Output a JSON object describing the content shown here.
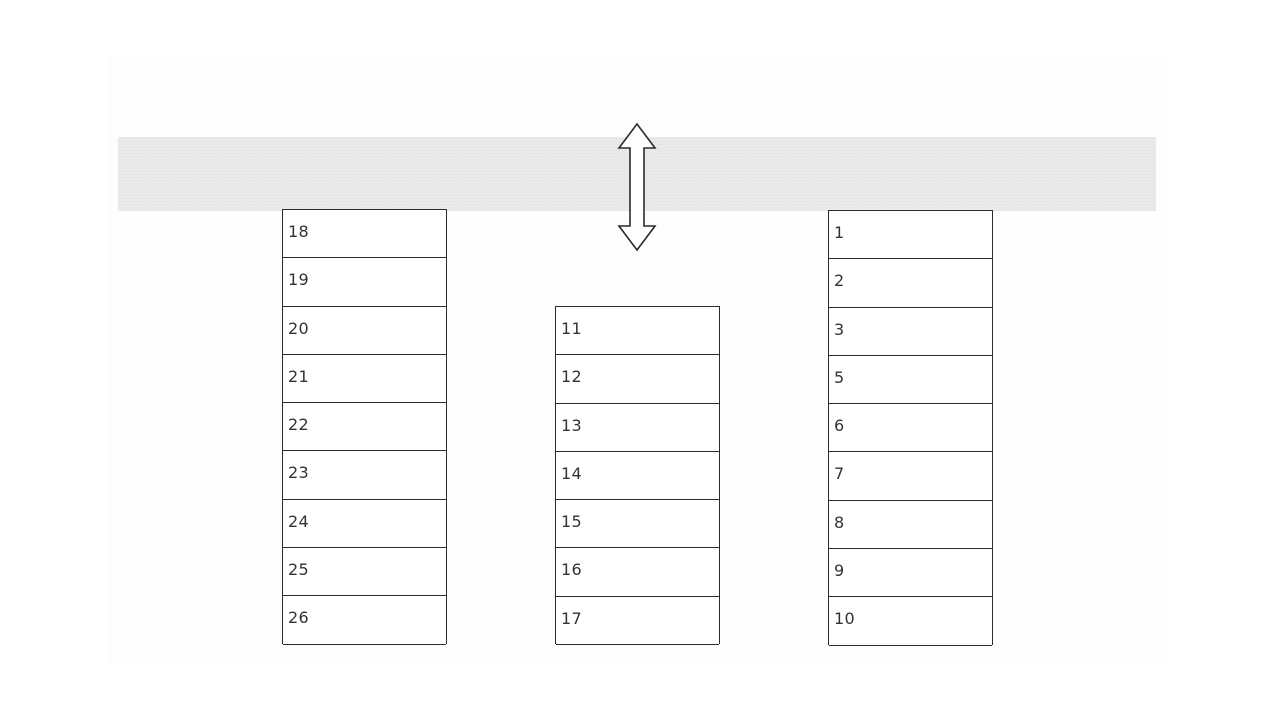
{
  "columns": {
    "left": {
      "spaces": [
        "18",
        "19",
        "20",
        "21",
        "22",
        "23",
        "24",
        "25",
        "26"
      ]
    },
    "middle": {
      "spaces": [
        "11",
        "12",
        "13",
        "14",
        "15",
        "16",
        "17"
      ]
    },
    "right": {
      "spaces": [
        "1",
        "2",
        "3",
        "5",
        "6",
        "7",
        "8",
        "9",
        "10"
      ]
    }
  },
  "colors": {
    "road": "#ebebeb",
    "lines": "#2b2b2b",
    "background": "#ffffff"
  },
  "icons": {
    "entrance": "double-vertical-arrow-icon"
  }
}
